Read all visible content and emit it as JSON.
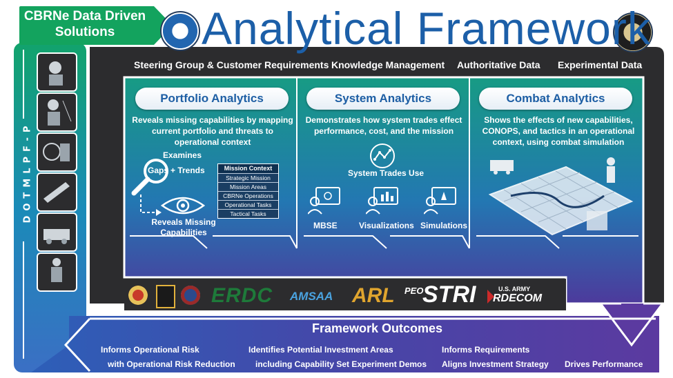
{
  "header": {
    "tag": [
      "CBRNe Data Driven",
      "Solutions"
    ],
    "title": "Analytical Framework"
  },
  "side": {
    "label": "DOTMLPF-P",
    "tile_icons": [
      "soldier-mask-icon",
      "soldier-equipment-icon",
      "soldier-radar-icon",
      "weapon-icon",
      "vehicle-icon",
      "soldier-suit-icon"
    ]
  },
  "inputs": [
    "Steering Group & Customer Requirements",
    "Knowledge Management",
    "Authoritative Data",
    "Experimental Data"
  ],
  "portfolio": {
    "title": "Portfolio Analytics",
    "desc": [
      "Reveals missing capabilities by mapping",
      "current portfolio and threats to",
      "operational context"
    ],
    "examines": "Examines",
    "gaps": "Gaps",
    "trends": "+ Trends",
    "reveals": [
      "Reveals Missing",
      "Capabilities"
    ],
    "mission_context": [
      "Mission Context",
      "Strategic Mission",
      "Mission Areas",
      "CBRNe Operations",
      "Operational Tasks",
      "Tactical Tasks"
    ]
  },
  "system": {
    "title": "System Analytics",
    "desc": [
      "Demonstrates how system trades effect",
      "performance, cost, and the mission"
    ],
    "trades_use": "System Trades Use",
    "tools": [
      "MBSE",
      "Visualizations",
      "Simulations"
    ]
  },
  "combat": {
    "title": "Combat Analytics",
    "desc": [
      "Shows the effects of new capabilities,",
      "CONOPS, and tactics in an operational",
      "context, using combat simulation"
    ]
  },
  "logos": {
    "erdc": "ERDC",
    "amsaa": "AMSAA",
    "arl": "ARL",
    "peo": "PEO",
    "stri": "STRI",
    "usarmy": "U.S. ARMY",
    "rdecom": "RDECOM"
  },
  "outcomes": {
    "title": "Framework Outcomes",
    "items": [
      "Informs Operational Risk",
      "with Operational Risk Reduction",
      "Identifies Potential Investment Areas",
      "including Capability Set Experiment Demos",
      "Informs Requirements",
      "Aligns Investment Strategy",
      "Drives Performance"
    ]
  },
  "colors": {
    "title_blue": "#1c5fa8",
    "tag_green": "#13a35e",
    "dark_panel": "#2c2c2e",
    "teal": "#14a191",
    "purple": "#5b3aa0"
  }
}
